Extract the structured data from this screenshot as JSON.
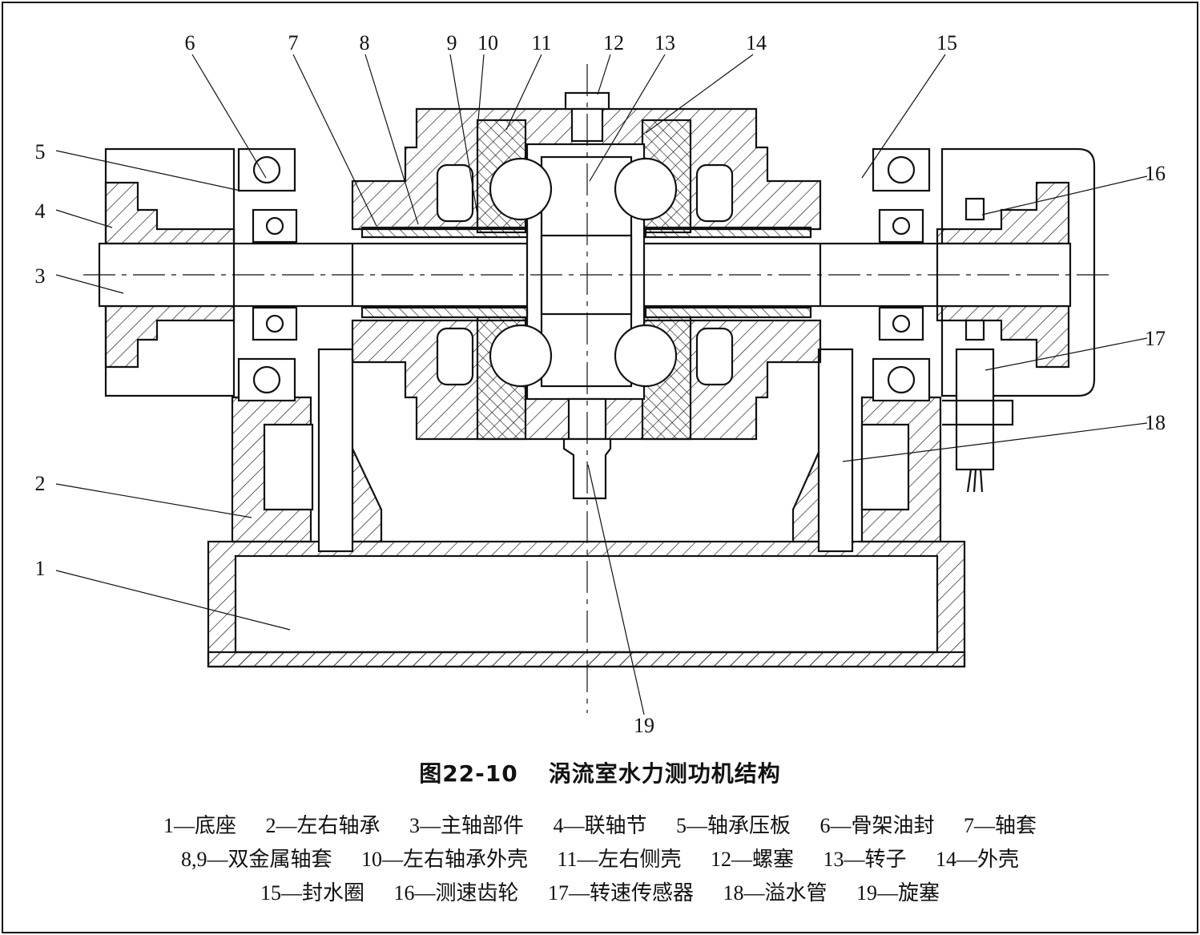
{
  "figure": {
    "number": "图22-10",
    "title": "涡流室水力测功机结构"
  },
  "part_numbers": [
    "1",
    "2",
    "3",
    "4",
    "5",
    "6",
    "7",
    "8",
    "9",
    "10",
    "11",
    "12",
    "13",
    "14",
    "15",
    "16",
    "17",
    "18",
    "19"
  ],
  "legend": {
    "row1": [
      "1—底座",
      "2—左右轴承",
      "3—主轴部件",
      "4—联轴节",
      "5—轴承压板",
      "6—骨架油封",
      "7—轴套"
    ],
    "row2": [
      "8,9—双金属轴套",
      "10—左右轴承外壳",
      "11—左右侧壳",
      "12—螺塞",
      "13—转子",
      "14—外壳"
    ],
    "row3": [
      "15—封水圈",
      "16—测速齿轮",
      "17—转速传感器",
      "18—溢水管",
      "19—旋塞"
    ]
  }
}
